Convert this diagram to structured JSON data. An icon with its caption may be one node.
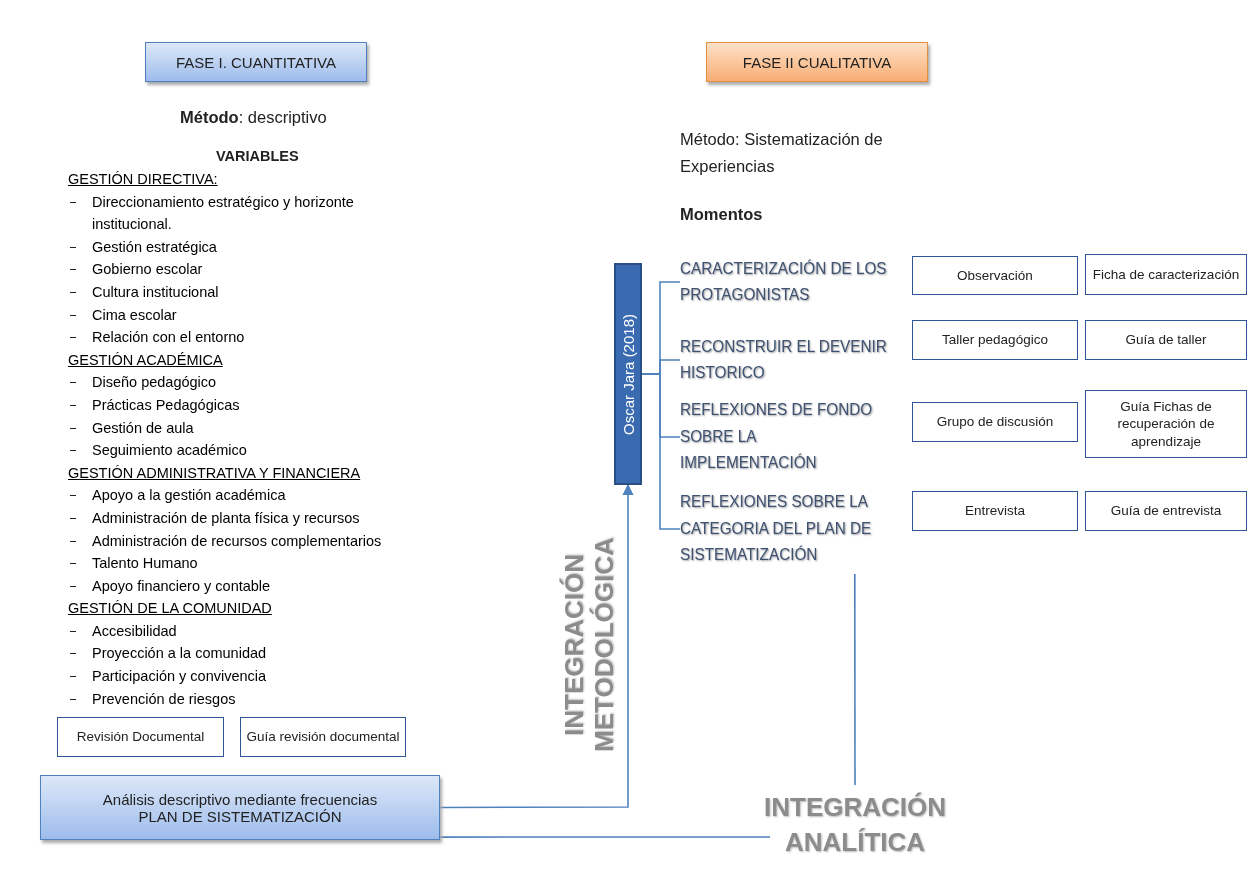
{
  "diagram": {
    "nodes": [
      {
        "text": [
          "FASE I. CUANTITATIVA"
        ]
      },
      {
        "text": [
          "FASE II CUALITATIVA"
        ]
      },
      {
        "text": [
          "Revisión Documental"
        ]
      },
      {
        "text": [
          "Guía revisión documental"
        ]
      },
      {
        "text": [
          "Análisis descriptivo mediante frecuencias",
          "PLAN DE SISTEMATIZACIÓN"
        ]
      },
      {
        "text": [
          "Oscar Jara (2018)"
        ]
      },
      {
        "text": [
          "CARACTERIZACIÓN DE LOS PROTAGONISTAS"
        ]
      },
      {
        "text": [
          "RECONSTRUIR EL DEVENIR HISTORICO"
        ]
      },
      {
        "text": [
          "REFLEXIONES DE FONDO SOBRE LA IMPLEMENTACIÓN"
        ]
      },
      {
        "text": [
          "REFLEXIONES SOBRE LA CATEGORIA DEL PLAN DE SISTEMATIZACIÓN"
        ]
      },
      {
        "text": [
          "Observación"
        ]
      },
      {
        "text": [
          "Ficha de caracterización"
        ]
      },
      {
        "text": [
          "Taller pedagógico"
        ]
      },
      {
        "text": [
          "Guía de taller"
        ]
      },
      {
        "text": [
          "Grupo de discusión"
        ]
      },
      {
        "text": [
          "Guía Fichas de recuperación de aprendizaje"
        ]
      },
      {
        "text": [
          "Entrevista"
        ]
      },
      {
        "text": [
          "Guía de entrevista"
        ]
      },
      {
        "text": [
          "INTEGRACIÓN ANALÍTICA"
        ]
      }
    ],
    "edges": [
      {
        "from": 4,
        "to": 5,
        "arrow": "to"
      },
      {
        "from": 5,
        "to": 6,
        "arrow": "none"
      },
      {
        "from": 5,
        "to": 7,
        "arrow": "none"
      },
      {
        "from": 5,
        "to": 8,
        "arrow": "none"
      },
      {
        "from": 5,
        "to": 9,
        "arrow": "none"
      },
      {
        "from": 4,
        "to": 18,
        "arrow": "none"
      },
      {
        "from": 9,
        "to": 18,
        "arrow": "none"
      }
    ],
    "labels": [
      "**Método**: descriptivo",
      "VARIABLES",
      "GESTIÓN DIRECTIVA:",
      "Direccionamiento estratégico y horizonte institucional.",
      "Gestión estratégica",
      "Gobierno escolar",
      "Cultura institucional",
      "Cima escolar",
      "Relación con el entorno",
      "GESTIÓN ACADÉMICA",
      "Diseño pedagógico",
      "Prácticas Pedagógicas",
      "Gestión de aula",
      "Seguimiento académico",
      "GESTIÓN ADMINISTRATIVA Y FINANCIERA",
      "Apoyo a la gestión académica",
      "Administración de planta física y recursos",
      "Administración de recursos complementarios",
      "Talento Humano",
      "Apoyo financiero y contable",
      "GESTIÓN DE LA COMUNIDAD",
      "Accesibilidad",
      "Proyección a la comunidad",
      "Participación y convivencia",
      "Prevención de riesgos",
      "Método: Sistematización de Experiencias",
      "Momentos",
      "INTEGRACIÓN METODOLÓGICA"
    ]
  }
}
